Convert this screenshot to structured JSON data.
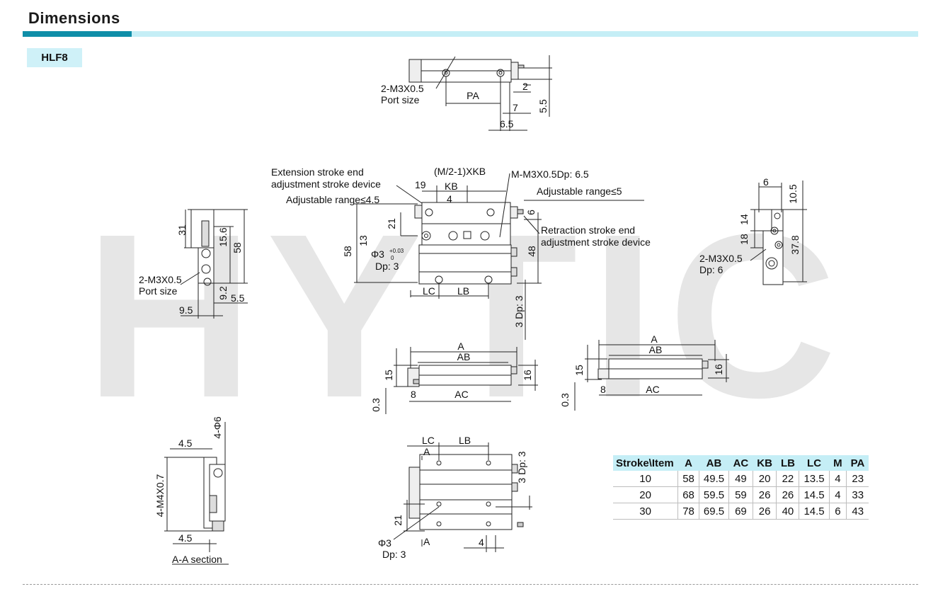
{
  "header": {
    "title": "Dimensions",
    "model": "HLF8"
  },
  "watermark": "HYTIC",
  "colors": {
    "accent_dark": "#0f8ea8",
    "accent_light": "#c5eef6",
    "tag_bg": "#cff1f8"
  },
  "labels": {
    "top_port": "2-M3X0.5",
    "top_port_size": "Port size",
    "top_PA": "PA",
    "top_2": "2",
    "top_55": "5.5",
    "top_7": "7",
    "top_65": "6.5",
    "ext_stroke_1": "Extension stroke end",
    "ext_stroke_2": "adjustment stroke device",
    "adj_range_45": "Adjustable range≤4.5",
    "m2_kb": "(M/2-1)XKB",
    "m_m3": "M-M3X0.5Dp: 6.5",
    "adj_range_5": "Adjustable range≤5",
    "ret_stroke_1": "Retraction stroke end",
    "ret_stroke_2": "adjustment stroke device",
    "d19": "19",
    "dKB": "KB",
    "d4a": "4",
    "d21a": "21",
    "d13": "13",
    "d58a": "58",
    "phi3a": "Φ3",
    "tol_plus": "+0.03",
    "tol_zero": "0",
    "dp3a": "Dp: 3",
    "d6a": "6",
    "d48": "48",
    "dLC": "LC",
    "dLB": "LB",
    "dp3_vert": "3 Dp: 3",
    "left_31": "31",
    "left_156": "15.6",
    "left_58": "58",
    "left_port": "2-M3X0.5",
    "left_port_size": "Port size",
    "left_92": "9.2",
    "left_55": "5.5",
    "left_95": "9.5",
    "right_6": "6",
    "right_105": "10.5",
    "right_14": "14",
    "right_18": "18",
    "right_378": "37.8",
    "right_port": "2-M3X0.5",
    "right_dp": "Dp: 6",
    "mid_A": "A",
    "mid_AB": "AB",
    "mid_15": "15",
    "mid_16": "16",
    "mid_8": "8",
    "mid_AC": "AC",
    "mid_03": "0.3",
    "rmid_A": "A",
    "rmid_AB": "AB",
    "rmid_15": "15",
    "rmid_16": "16",
    "rmid_8": "8",
    "rmid_AC": "AC",
    "rmid_03": "0.3",
    "sec_45a": "4.5",
    "sec_4phi6": "4-Φ6",
    "sec_m4": "4-M4X0.7",
    "sec_45b": "4.5",
    "sec_title": "A-A section",
    "bot_LC": "LC",
    "bot_LB": "LB",
    "bot_A1": "A",
    "bot_A2": "A",
    "bot_dp3_vert": "3 Dp: 3",
    "bot_21": "21",
    "bot_phi3": "Φ3",
    "bot_dp3": "Dp: 3",
    "bot_4": "4"
  },
  "table": {
    "columns": [
      "Stroke\\Item",
      "A",
      "AB",
      "AC",
      "KB",
      "LB",
      "LC",
      "M",
      "PA"
    ],
    "rows": [
      [
        "10",
        "58",
        "49.5",
        "49",
        "20",
        "22",
        "13.5",
        "4",
        "23"
      ],
      [
        "20",
        "68",
        "59.5",
        "59",
        "26",
        "26",
        "14.5",
        "4",
        "33"
      ],
      [
        "30",
        "78",
        "69.5",
        "69",
        "26",
        "40",
        "14.5",
        "6",
        "43"
      ]
    ]
  }
}
